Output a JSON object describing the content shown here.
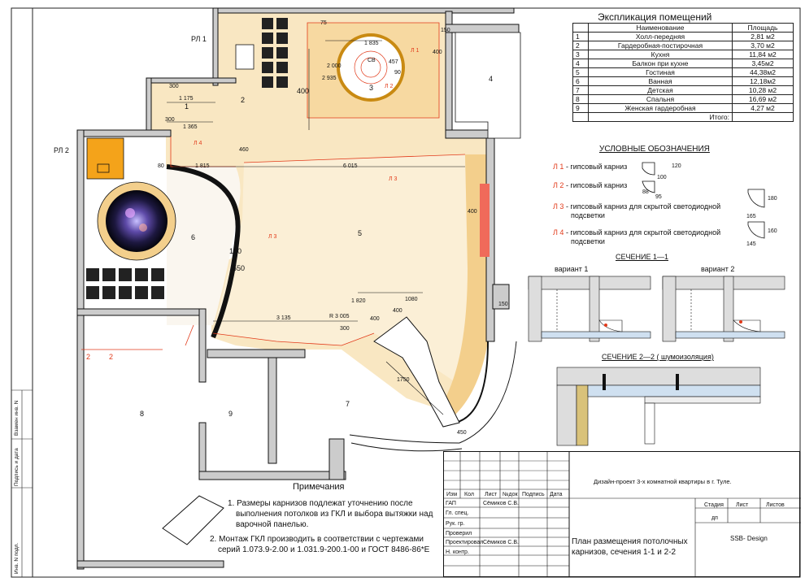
{
  "explication": {
    "title": "Экспликация помещений",
    "headers": [
      "",
      "Наименование",
      "Площадь"
    ],
    "rows": [
      [
        "1",
        "Холл-передняя",
        "2,81 м2"
      ],
      [
        "2",
        "Гардеробная-постирочная",
        "3,70 м2"
      ],
      [
        "3",
        "Кухня",
        "11,84 м2"
      ],
      [
        "4",
        "Балкон при кухне",
        "3,45м2"
      ],
      [
        "5",
        "Гостиная",
        "44,38м2"
      ],
      [
        "6",
        "Ванная",
        "12,18м2"
      ],
      [
        "7",
        "Детская",
        "10,28 м2"
      ],
      [
        "8",
        "Спальня",
        "16,69 м2"
      ],
      [
        "9",
        "Женская гардеробная",
        "4,27 м2"
      ]
    ],
    "total_label": "Итого:"
  },
  "legend": {
    "title": "УСЛОВНЫЕ  ОБОЗНАЧЕНИЯ",
    "items": [
      {
        "code": "Л 1",
        "text": "- гипсовый карниз",
        "text2": ""
      },
      {
        "code": "Л 2",
        "text": "- гипсовый карниз",
        "text2": ""
      },
      {
        "code": "Л 3",
        "text": "- гипсовый карниз для скрытой светодиодной",
        "text2": "подсветки"
      },
      {
        "code": "Л 4",
        "text": "- гипсовый карниз для скрытой светодиодной",
        "text2": "подсветки"
      }
    ],
    "dims": [
      "100",
      "120",
      "88",
      "95",
      "180",
      "165",
      "160",
      "145"
    ]
  },
  "sections": {
    "s11_title": "СЕЧЕНИЕ 1—1",
    "variant1": "вариант 1",
    "variant2": "вариант 2",
    "s22_title": "СЕЧЕНИЕ 2—2 ( шумоизоляция)"
  },
  "notes": {
    "title": "Примечания",
    "n1_l1": "1. Размеры карнизов подлежат уточнению после",
    "n1_l2": "выполнения потолков из ГКЛ и выбора вытяжки над",
    "n1_l3": "варочной панелью.",
    "n2_l1": "2.  Монтаж ГКЛ производить в соответствии с чертежами",
    "n2_l2": "серий 1.073.9-2.00 и 1.031.9-200.1-00 и ГОСТ 8486-86*Е"
  },
  "stamp": {
    "project": "Дизайн-проект 3-х комнатной квартиры в г. Туле.",
    "head": [
      "Изм",
      "Кол",
      "Лист",
      "№док",
      "Подпись",
      "Дата"
    ],
    "roles": [
      [
        "ГАП",
        "Сёмиков С.В."
      ],
      [
        "Гл. спец.",
        ""
      ],
      [
        "Рук. гр.",
        ""
      ],
      [
        "Проверил",
        ""
      ],
      [
        "Проектировал",
        "Сёмиков С.В."
      ],
      [
        "Н. контр.",
        ""
      ]
    ],
    "stage_head": [
      "Стадия",
      "Лист",
      "Листов"
    ],
    "stage": "дп",
    "company": "SSB- Design",
    "sheet_title_l1": "План размещения потолочных",
    "sheet_title_l2": "карнизов, сечения 1-1 и 2-2"
  },
  "side_labels": [
    "Инв. N подл.",
    "Подпись и дата",
    "Взамен инв. N"
  ],
  "plan": {
    "room_numbers": [
      "1",
      "2",
      "3",
      "4",
      "5",
      "6",
      "7",
      "8",
      "9"
    ],
    "rl1": "РЛ 1",
    "rl2": "РЛ 2",
    "cv": "СВ",
    "marks": [
      "Л 1",
      "Л 2",
      "Л 3",
      "Л 3",
      "Л 4"
    ],
    "section_mark": "2",
    "dims": [
      "400",
      "400",
      "1 835",
      "2 000",
      "2 935",
      "457",
      "90",
      "150",
      "75",
      "1 175",
      "1 365",
      "300",
      "300",
      "460",
      "6 015",
      "1 815",
      "80",
      "400",
      "150",
      "550",
      "1 820",
      "R 3 005",
      "3 135",
      "300",
      "1080",
      "400",
      "400",
      "1750",
      "150",
      "450"
    ]
  },
  "colors": {
    "room_fill": "#f9e7c2",
    "band_fill": "#f3cf8c",
    "accent_red": "#e23a1a",
    "orange": "#f4a31a",
    "balcony_pink": "#f06a5a"
  }
}
